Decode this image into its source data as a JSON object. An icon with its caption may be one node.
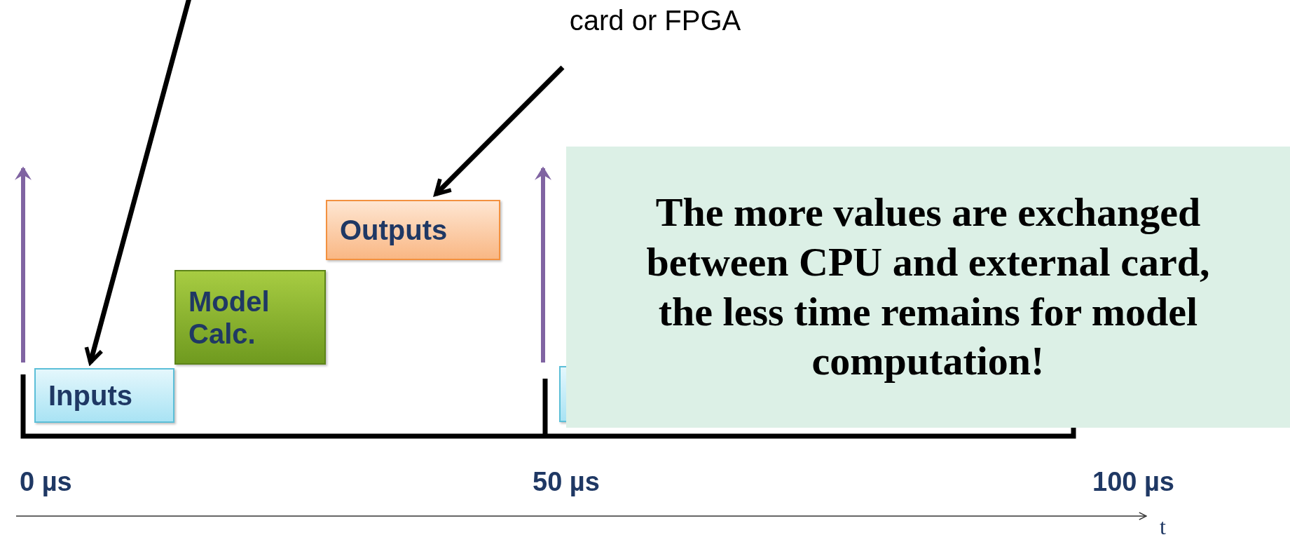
{
  "diagram": {
    "nodes": [
      {
        "text": [
          "card or FPGA"
        ]
      },
      {
        "text": [
          "Inputs"
        ]
      },
      {
        "text": [
          "Model Calc."
        ]
      },
      {
        "text": [
          "Outputs"
        ]
      },
      {
        "text": [],
        "shape": "box"
      },
      {
        "text": [
          "The more values are exchanged between CPU and external card, the less time remains for model computation!"
        ]
      }
    ],
    "edges": [
      {
        "from": null,
        "to": 1,
        "arrow": "to"
      },
      {
        "from": 0,
        "to": 3,
        "arrow": "to"
      }
    ],
    "labels": [
      "0 µs",
      "50 µs",
      "100 µs",
      "t"
    ]
  }
}
